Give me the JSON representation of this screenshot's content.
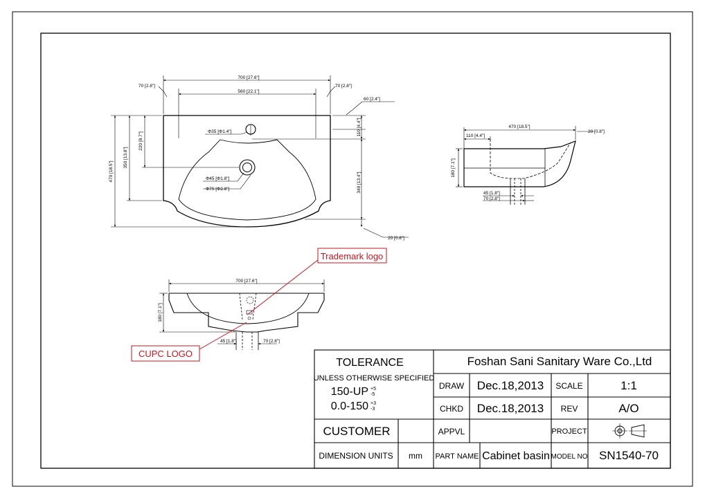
{
  "colors": {
    "line": "#000000",
    "callout": "#c8141e",
    "paper": "#ffffff"
  },
  "top_view": {
    "overall_width": "700 [27.6\"]",
    "inner_width": "560 [22.1\"]",
    "left_edge": "70 [2.8\"]",
    "right_edge": "70 [2.8\"]",
    "corner": "60 [2.4\"]",
    "tap_offset": "110 [4.4\"]",
    "tap_hole": "Φ35 [Φ1.4\"]",
    "drain_inner": "Φ45 [Φ1.8\"]",
    "drain_outer": "Φ70 [Φ2.8\"]",
    "overall_depth": "470 [18.5\"]",
    "bowl_depth": "350 [13.8\"]",
    "drain_offset": "220 [8.7\"]",
    "front_depth": "340 [13.4\"]",
    "front_lip": "20 [0.8\"]"
  },
  "side_view": {
    "depth": "470 [18.5\"]",
    "tap_offset": "110 [4.4\"]",
    "lip": "20 [0.8\"]",
    "height": "180 [7.1\"]",
    "drain_inner": "45 [1.8\"]",
    "drain_outer": "70 [2.8\"]"
  },
  "front_view": {
    "width": "700 [27.6\"]",
    "height": "180 [7.1\"]",
    "drain_inner": "45 [1.8\"]",
    "drain_outer": "70 [2.8\"]"
  },
  "callouts": {
    "trademark": "Trademark logo",
    "cupc": "CUPC LOGO"
  },
  "title_block": {
    "tolerance_title": "TOLERANCE",
    "tolerance_note": "UNLESS OTHERWISE SPECIFIED",
    "tol1_range": "150-UP",
    "tol1_plus": "+5",
    "tol1_minus": "-5",
    "tol2_range": "0.0-150",
    "tol2_plus": "+3",
    "tol2_minus": "-3",
    "company": "Foshan Sani Sanitary Ware Co.,Ltd",
    "draw_label": "DRAW",
    "draw_date": "Dec.18,2013",
    "scale_label": "SCALE",
    "scale_value": "1:1",
    "chkd_label": "CHKD",
    "chkd_date": "Dec.18,2013",
    "rev_label": "REV",
    "rev_value": "A/O",
    "customer_label": "CUSTOMER",
    "customer_value": "",
    "appvl_label": "APPVL",
    "appvl_value": "",
    "project_label": "PROJECT",
    "projection_symbol": "third-angle-projection-icon",
    "units_label": "DIMENSION UNITS",
    "units_value": "mm",
    "part_name_label": "PART NAME",
    "part_name_value": "Cabinet basin",
    "model_no_label": "MODEL NO",
    "model_no_value": "SN1540-70"
  }
}
